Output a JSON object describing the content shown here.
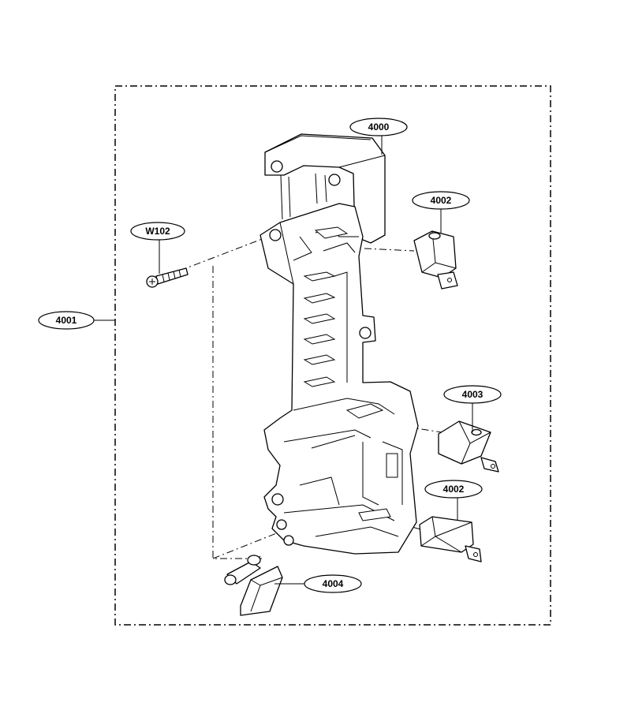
{
  "callouts": {
    "housing": "4000",
    "assembly": "4001",
    "switch_upper": "4002",
    "switch_middle": "4003",
    "switch_lower": "4002",
    "lever": "4004",
    "screw": "W102"
  }
}
